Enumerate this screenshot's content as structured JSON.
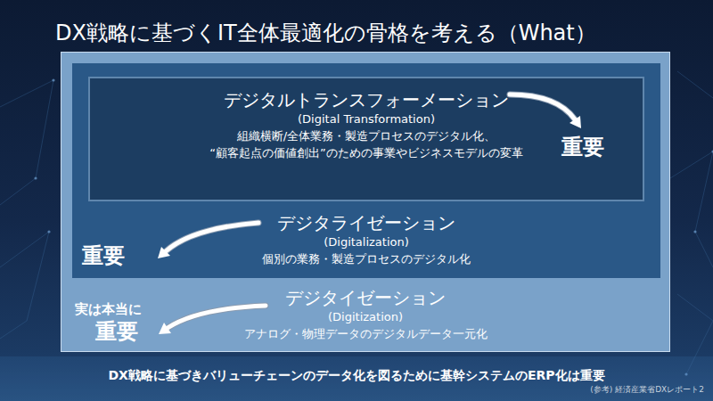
{
  "diagram": {
    "title": "DX戦略に基づくIT全体最適化の骨格を考える（What）",
    "caption": "DX戦略に基づきバリューチェーンのデータ化を図るために基幹システムのERP化は重要",
    "nodes": [
      {
        "text": [
          "デジタイゼーション",
          "(Digitization)",
          "アナログ・物理データのデジタルデータ一元化"
        ]
      },
      {
        "text": [
          "デジタライゼーション",
          "(Digitalization)",
          "個別の業務・製造プロセスのデジタル化"
        ],
        "in": 0
      },
      {
        "text": [
          "デジタルトランスフォーメーション",
          "(Digital Transformation)",
          "組織横断/全体業務・製造プロセスのデジタル化、 “顧客起点の価値創出”のための事業やビジネスモデルの変革"
        ],
        "in": 1
      }
    ],
    "labels": [
      "重要",
      "重要",
      "実は本当に",
      "重要",
      "(参考) 経済産業省DXレポート2"
    ]
  }
}
